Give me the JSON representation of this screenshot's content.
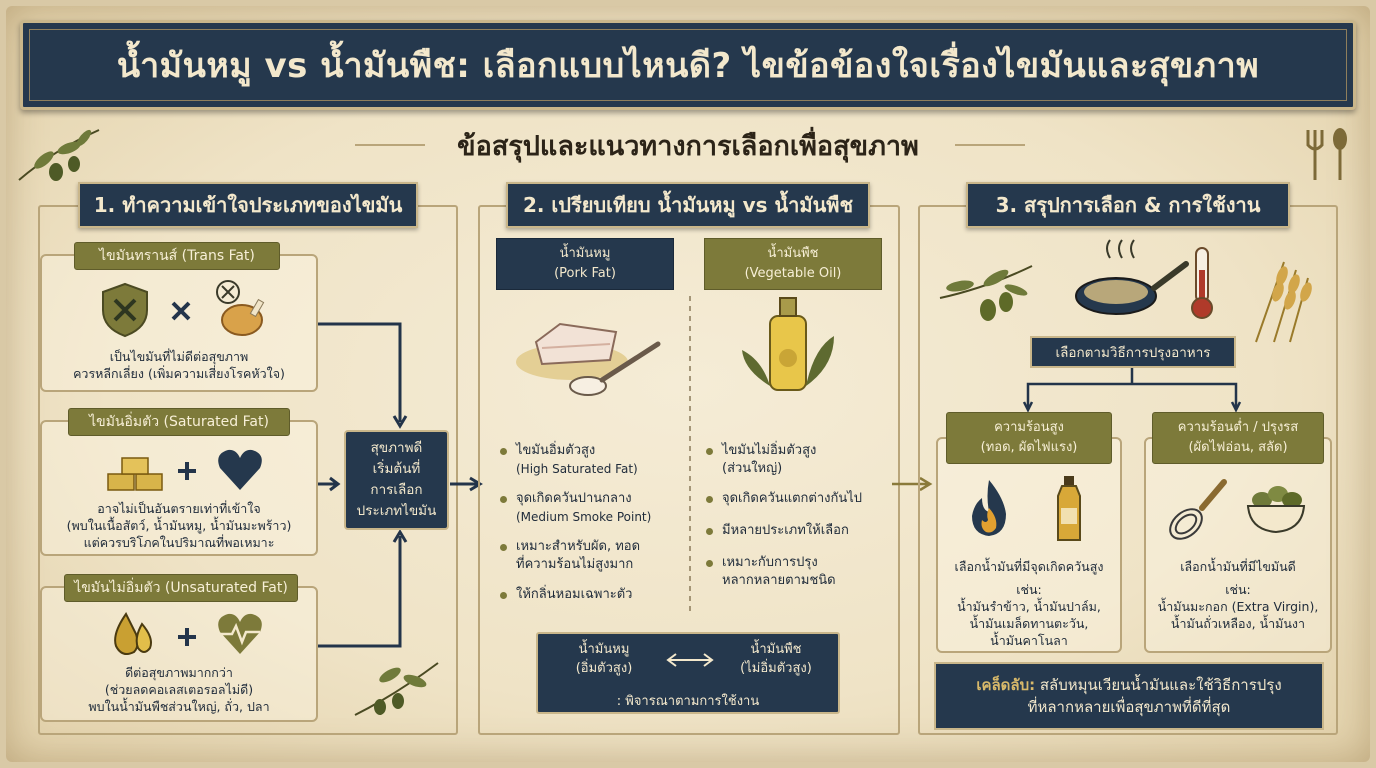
{
  "title": "น้ำมันหมู vs น้ำมันพืช: เลือกแบบไหนดี? ไขข้อข้องใจเรื่องไขมันและสุขภาพ",
  "subtitle": "ข้อสรุปและแนวทางการเลือกเพื่อสุขภาพ",
  "colors": {
    "navy": "#25384d",
    "olive": "#7d7a3a",
    "cream": "#f3e8cc",
    "border": "#b9a57a"
  },
  "col1": {
    "heading": "1. ทำความเข้าใจประเภทของไขมัน",
    "cards": [
      {
        "tag": "ไขมันทรานส์ (Trans Fat)",
        "lines": [
          "เป็นไขมันที่ไม่ดีต่อสุขภาพ",
          "ควรหลีกเลี่ยง (เพิ่มความเสี่ยงโรคหัวใจ)"
        ],
        "icons": [
          "shield-x-icon",
          "times-icon",
          "fried-chicken-icon"
        ]
      },
      {
        "tag": "ไขมันอิ่มตัว (Saturated Fat)",
        "lines": [
          "อาจไม่เป็นอันตรายเท่าที่เข้าใจ",
          "(พบในเนื้อสัตว์, น้ำมันหมู, น้ำมันมะพร้าว)",
          "แต่ควรบริโภคในปริมาณที่พอเหมาะ"
        ],
        "icons": [
          "butter-blocks-icon",
          "plus-icon",
          "heart-icon"
        ]
      },
      {
        "tag": "ไขมันไม่อิ่มตัว (Unsaturated Fat)",
        "lines": [
          "ดีต่อสุขภาพมากกว่า",
          "(ช่วยลดคอเลสเตอรอลไม่ดี)",
          "พบในน้ำมันพืชส่วนใหญ่, ถั่ว, ปลา"
        ],
        "icons": [
          "oil-drops-icon",
          "plus-icon",
          "heartbeat-icon"
        ]
      }
    ],
    "center": "สุขภาพดี\nเริ่มต้นที่\nการเลือก\nประเภทไขมัน"
  },
  "col2": {
    "heading": "2. เปรียบเทียบ น้ำมันหมู vs น้ำมันพืช",
    "pork": {
      "title": "น้ำมันหมู",
      "sub": "(Pork Fat)",
      "bullets": [
        [
          "ไขมันอิ่มตัวสูง",
          "(High Saturated Fat)"
        ],
        [
          "จุดเกิดควันปานกลาง",
          "(Medium Smoke Point)"
        ],
        [
          "เหมาะสำหรับผัด, ทอด",
          "ที่ความร้อนไม่สูงมาก"
        ],
        [
          "ให้กลิ่นหอมเฉพาะตัว"
        ]
      ]
    },
    "veg": {
      "title": "น้ำมันพืช",
      "sub": "(Vegetable Oil)",
      "bullets": [
        [
          "ไขมันไม่อิ่มตัวสูง",
          "(ส่วนใหญ่)"
        ],
        [
          "จุดเกิดควันแตกต่างกันไป"
        ],
        [
          "มีหลายประเภทให้เลือก"
        ],
        [
          "เหมาะกับการปรุง",
          "หลากหลายตามชนิด"
        ]
      ]
    },
    "compare": {
      "left1": "น้ำมันหมู",
      "left2": "(อิ่มตัวสูง)",
      "right1": "น้ำมันพืช",
      "right2": "(ไม่อิ่มตัวสูง)",
      "note": ": พิจารณาตามการใช้งาน"
    }
  },
  "col3": {
    "heading": "3. สรุปการเลือก & การใช้งาน",
    "method": "เลือกตามวิธีการปรุงอาหาร",
    "high": {
      "tag1": "ความร้อนสูง",
      "tag2": "(ทอด, ผัดไฟแรง)",
      "choose": "เลือกน้ำมันที่มีจุดเกิดควันสูง",
      "ex": "เช่น:",
      "ex1": "น้ำมันรำข้าว, น้ำมันปาล์ม,",
      "ex2": "น้ำมันเมล็ดทานตะวัน,",
      "ex3": "น้ำมันคาโนลา"
    },
    "low": {
      "tag1": "ความร้อนต่ำ / ปรุงรส",
      "tag2": "(ผัดไฟอ่อน, สลัด)",
      "choose": "เลือกน้ำมันที่มีไขมันดี",
      "ex": "เช่น:",
      "ex1": "น้ำมันมะกอก (Extra Virgin),",
      "ex2": "น้ำมันถั่วเหลือง, น้ำมันงา"
    },
    "tip_label": "เคล็ดลับ:",
    "tip1": "สลับหมุนเวียนน้ำมันและใช้วิธีการปรุง",
    "tip2": "ที่หลากหลายเพื่อสุขภาพที่ดีที่สุด"
  }
}
